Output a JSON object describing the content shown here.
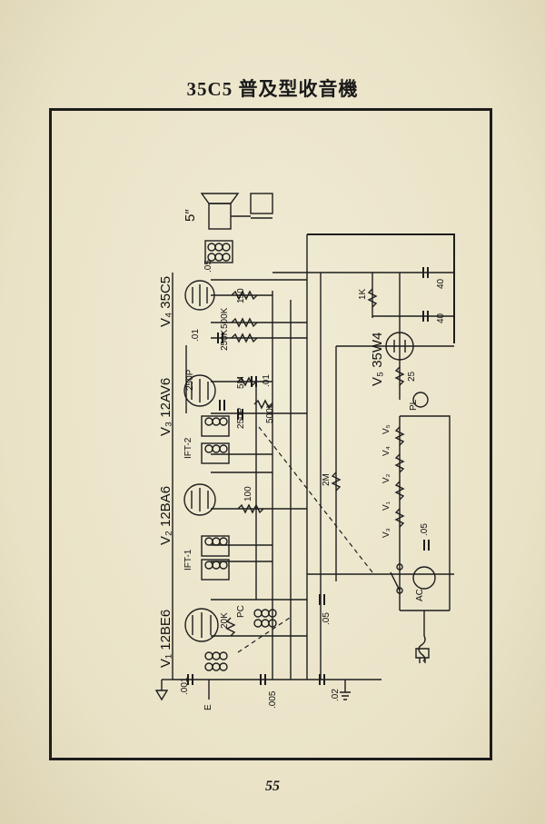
{
  "title": "35C5 普及型收音機",
  "page_number": "55",
  "tubes": {
    "v1": "V₁ 12BE6",
    "v2": "V₂ 12BA6",
    "v3": "V₃ 12AV6",
    "v4": "V₄ 35C5",
    "v5": "V₅ 35W4"
  },
  "speaker": "5″",
  "transformers": {
    "ift1": "IFT-1",
    "ift2": "IFT-2"
  },
  "values": {
    "c_antenna": ".001",
    "c_005": ".005",
    "c_02": ".02",
    "c_05a": ".05",
    "c_05b": ".05",
    "c_01a": ".01",
    "c_01b": ".01",
    "c_05_out": ".05",
    "r_20k": "20K",
    "pc": "PC",
    "r_100": "100",
    "r_2m": "2M",
    "c_250p_a": "250P",
    "c_250p_b": "250P",
    "r_5m": "5M",
    "r_500k_vol": "500K",
    "r_250k": "250K",
    "r_500k": "500K",
    "r_150": "150",
    "r_1k": "1K",
    "c_40a": "40",
    "c_40b": "40",
    "r_25": "25",
    "pl": "PL",
    "ac": "AC",
    "e": "E"
  },
  "heaters": [
    "V₃",
    "V₁",
    "V₂",
    "V₄",
    "V₅"
  ]
}
